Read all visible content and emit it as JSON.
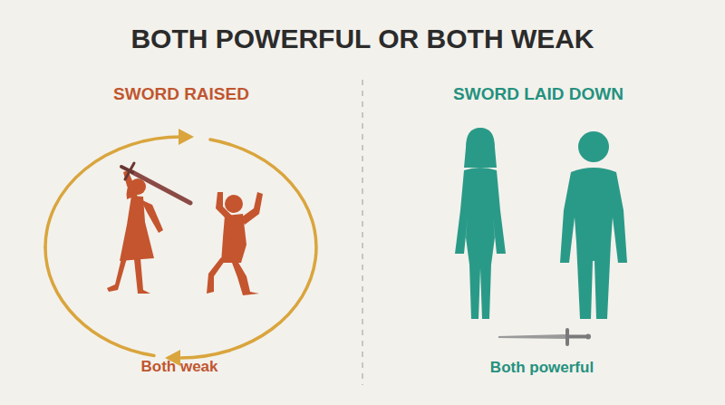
{
  "diagram": {
    "title": "BOTH POWERFUL OR BOTH WEAK",
    "labels": [
      "SWORD RAISED",
      "Both weak",
      "SWORD LAID DOWN",
      "Both powerful"
    ]
  }
}
